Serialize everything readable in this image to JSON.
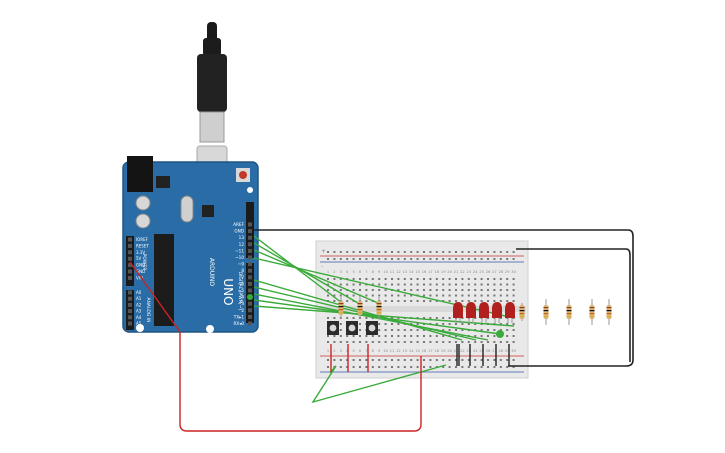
{
  "board": {
    "brand": "ARDUINO",
    "model": "UNO",
    "digital_label": "DIGITAL (PWM ~)",
    "power_label": "POWER",
    "analog_label": "ANALOG IN",
    "tx_label": "TX",
    "rx_label": "RX",
    "digital_pins": [
      "AREF",
      "GND",
      "13",
      "12",
      "~11",
      "~10",
      "~9",
      "8",
      "7",
      "~6",
      "~5",
      "4",
      "~3",
      "2",
      "TX▸1",
      "RX◂0"
    ],
    "power_pins": [
      "IOREF",
      "RESET",
      "3.3V",
      "5V",
      "GND",
      "GND",
      "VIN"
    ],
    "analog_pins": [
      "A0",
      "A1",
      "A2",
      "A3",
      "A4",
      "A5"
    ]
  },
  "breadboard": {
    "rail_plus": "+",
    "rail_minus": "-",
    "column_labels": [
      "1",
      "2",
      "3",
      "4",
      "5",
      "6",
      "7",
      "8",
      "9",
      "10",
      "11",
      "12",
      "13",
      "14",
      "15",
      "16",
      "17",
      "18",
      "19",
      "20",
      "21",
      "22",
      "23",
      "24",
      "25",
      "26",
      "27",
      "28",
      "29",
      "30"
    ]
  },
  "components": {
    "usb_cable": "usb-cable",
    "reset_button": "reset-button",
    "leds": 5,
    "resistors_on_board": 3,
    "resistors_loose": 4,
    "pushbuttons": 3
  },
  "colors": {
    "board": "#2a6da6",
    "board_dark": "#1f5582",
    "breadboard": "#e9e9e9",
    "wire_green": "#3aaa3a",
    "wire_red": "#cc2222",
    "wire_black": "#222222",
    "led_red": "#b0201e",
    "resistor_body": "#d9b37a"
  }
}
